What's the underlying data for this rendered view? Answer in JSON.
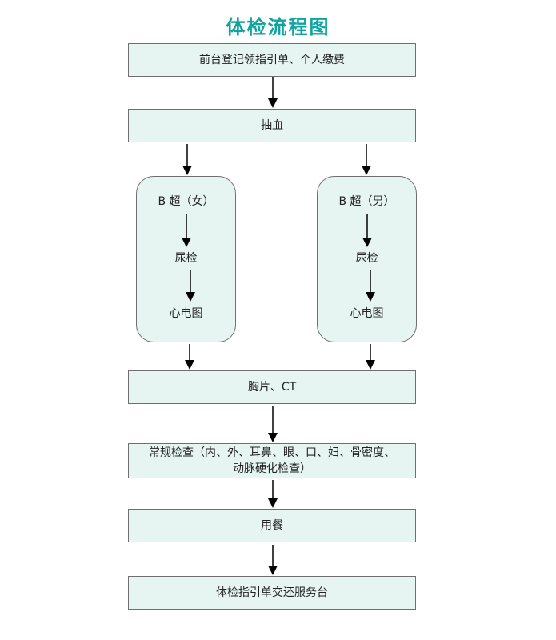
{
  "title": "体检流程图",
  "steps": {
    "registration": "前台登记领指引单、个人缴费",
    "blood_draw": "抽血",
    "female_path": {
      "ultrasound": "B 超（女）",
      "urine_test": "尿检",
      "ecg": "心电图"
    },
    "male_path": {
      "ultrasound": "B 超（男）",
      "urine_test": "尿检",
      "ecg": "心电图"
    },
    "xray_ct": "胸片、CT",
    "routine_exam_line1": "常规检查（内、外、耳鼻、眼、口、妇、骨密度、",
    "routine_exam_line2": "动脉硬化检查）",
    "meal": "用餐",
    "return_form": "体检指引单交还服务台"
  }
}
